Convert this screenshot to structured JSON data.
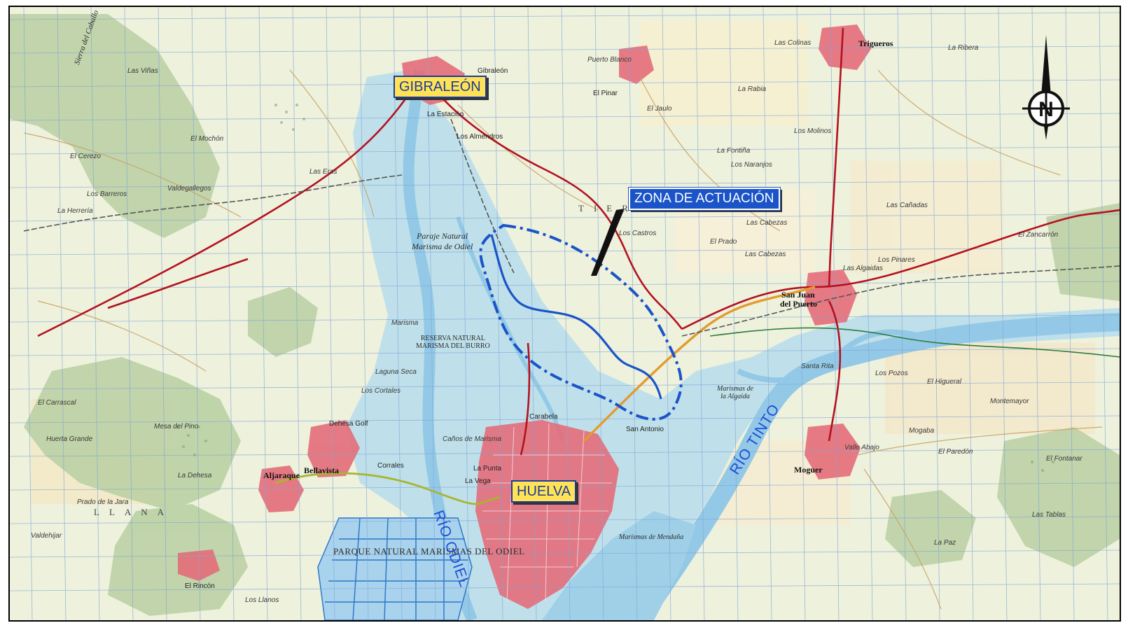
{
  "colors": {
    "land": "#eef1dc",
    "hills": "#b9cfa2",
    "marsh": "#bfe0ea",
    "water": "#9fd0e8",
    "urban": "#e36d7a",
    "road_main": "#b3121f",
    "rail": "#555555",
    "grid": "#7fa6d9",
    "zone": "#1a54c8",
    "callout_town_bg": "#ffe255",
    "callout_town_text": "#1c3c9c"
  },
  "callouts": {
    "gibraleon": "GIBRALEÓN",
    "zona": "ZONA DE ACTUACIÓN",
    "huelva": "HUELVA"
  },
  "rivers": {
    "odiel": "RÍO ODIEL",
    "tinto": "RÍO TINTO"
  },
  "north_arrow": {
    "letter": "N",
    "icon": "compass-north-icon"
  },
  "towns": {
    "trigueros": "Trigueros",
    "san_juan_1": "San Juan",
    "san_juan_2": "del Puerto",
    "moguer": "Moguer",
    "aljaraque": "Aljaraque",
    "bellavista": "Bellavista",
    "corrales": "Corrales",
    "gibraleon_small": "Gibraleón",
    "la_estacion": "La Estación",
    "los_almendros": "Los Almendros",
    "dehesa_golf": "Dehesa Golf",
    "el_pinar": "El Pinar",
    "san_antonio": "San Antonio",
    "el_rincon": "El Rincón",
    "la_vega": "La Vega",
    "carabela": "Carabela",
    "la_punta": "La Punta"
  },
  "areas": {
    "paraje_1": "Paraje Natural",
    "paraje_2": "Marisma de Odiel",
    "reserva_1": "RESERVA NATURAL",
    "reserva_2": "MARISMA DEL BURRO",
    "parque": "PARQUE NATURAL MARISMAS DEL ODIEL",
    "tierra_llana_1": "TIERRA",
    "llana_w": "LLANA",
    "marismas_mendaña": "Marismas de Mendaña",
    "marismas_algaida_1": "Marismas de",
    "marismas_algaida_2": "la Algaida",
    "sierra_1": "Sierra",
    "sierra_2": "del Caballo"
  },
  "places": {
    "p1": "Las Viñas",
    "p2": "El Mochón",
    "p3": "Valdegallegos",
    "p4": "El Cerezo",
    "p5": "Los Barreros",
    "p6": "La Herrería",
    "p7": "Las Eras",
    "p8": "Puerto Blanco",
    "p9": "Las Colinas",
    "p10": "Las Cabezas",
    "p11": "Las Cabezas",
    "p12": "El Prado",
    "p13": "Los Castros",
    "p14": "La Fontiña",
    "p15": "Los Naranjos",
    "p16": "Los Molinos",
    "p17": "La Ribera",
    "p18": "El Zancarrón",
    "p19": "Las Algaidas",
    "p20": "Las Cañadas",
    "p21": "Valle Abajo",
    "p22": "Mogaba",
    "p23": "Montemayor",
    "p24": "El Fontanar",
    "p25": "Las Tablas",
    "p26": "La Paz",
    "p27": "El Higueral",
    "p28": "Los Pinares",
    "p29": "Huerta Grande",
    "p30": "Mesa del Pino",
    "p31": "Los Cortales",
    "p32": "Marisma",
    "p33": "Laguna Seca",
    "p34": "Caños de Marisma",
    "p35": "La Dehesa",
    "p36": "Valdehijar",
    "p37": "Prado de la Jara",
    "p38": "Los Llanos",
    "p39": "El Carrascal",
    "p40": "Santa Rita",
    "p41": "Los Pozos",
    "p42": "La Rabia",
    "p43": "El Jaulo",
    "p44": "El Paredón"
  }
}
